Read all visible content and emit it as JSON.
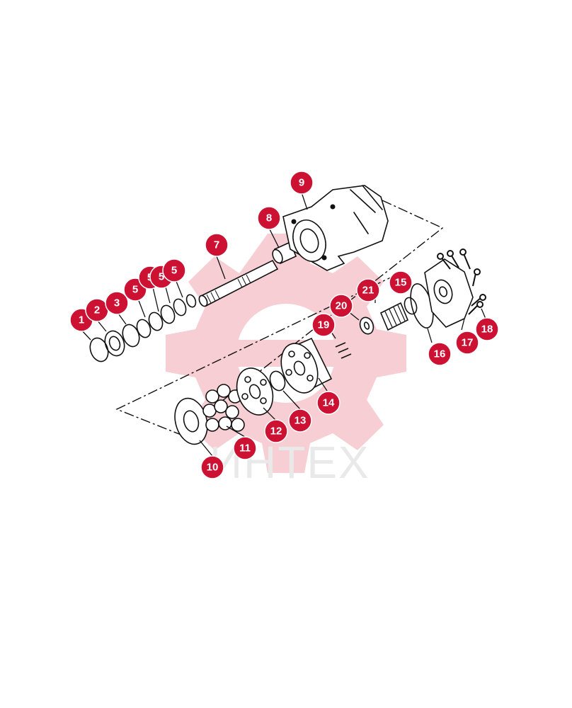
{
  "diagram": {
    "watermark_text": "ИНТЕХ",
    "colors": {
      "callout_fill": "#cc1133",
      "callout_text": "#ffffff",
      "line": "#111111",
      "watermark": "#f6c9cf",
      "watermark_text": "#e9e9e9"
    },
    "callouts": [
      {
        "label": "1"
      },
      {
        "label": "2"
      },
      {
        "label": "3"
      },
      {
        "label": "5"
      },
      {
        "label": "5"
      },
      {
        "label": "5"
      },
      {
        "label": "5"
      },
      {
        "label": "7"
      },
      {
        "label": "8"
      },
      {
        "label": "9"
      },
      {
        "label": "10"
      },
      {
        "label": "11"
      },
      {
        "label": "12"
      },
      {
        "label": "13"
      },
      {
        "label": "14"
      },
      {
        "label": "15"
      },
      {
        "label": "16"
      },
      {
        "label": "17"
      },
      {
        "label": "18"
      },
      {
        "label": "19"
      },
      {
        "label": "20"
      },
      {
        "label": "21"
      }
    ]
  }
}
